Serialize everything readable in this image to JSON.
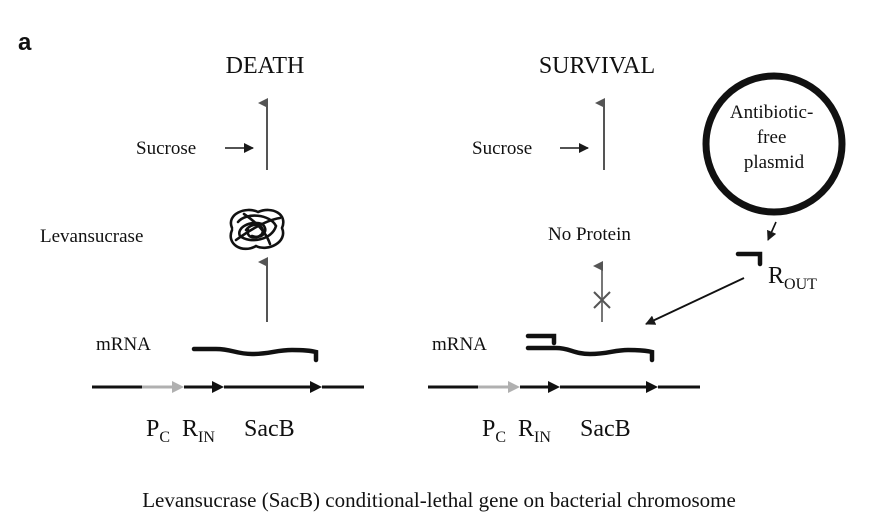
{
  "panel_label": "a",
  "left": {
    "outcome": "DEATH",
    "sucrose": "Sucrose",
    "protein": "Levansucrase",
    "mrna": "mRNA",
    "promoter": "P",
    "promoter_sub": "C",
    "rbs": "R",
    "rbs_sub": "IN",
    "gene": "SacB"
  },
  "right": {
    "outcome": "SURVIVAL",
    "sucrose": "Sucrose",
    "protein": "No Protein",
    "mrna": "mRNA",
    "promoter": "P",
    "promoter_sub": "C",
    "rbs": "R",
    "rbs_sub": "IN",
    "gene": "SacB",
    "plasmid_lines": [
      "Antibiotic-",
      "free",
      "plasmid"
    ],
    "rout": "R",
    "rout_sub": "OUT"
  },
  "caption": "Levansucrase (SacB) conditional-lethal gene on bacterial chromosome",
  "colors": {
    "ink": "#1a1a1a",
    "arrow_gray": "#555555",
    "promoter_gray": "#b0b0b0"
  }
}
